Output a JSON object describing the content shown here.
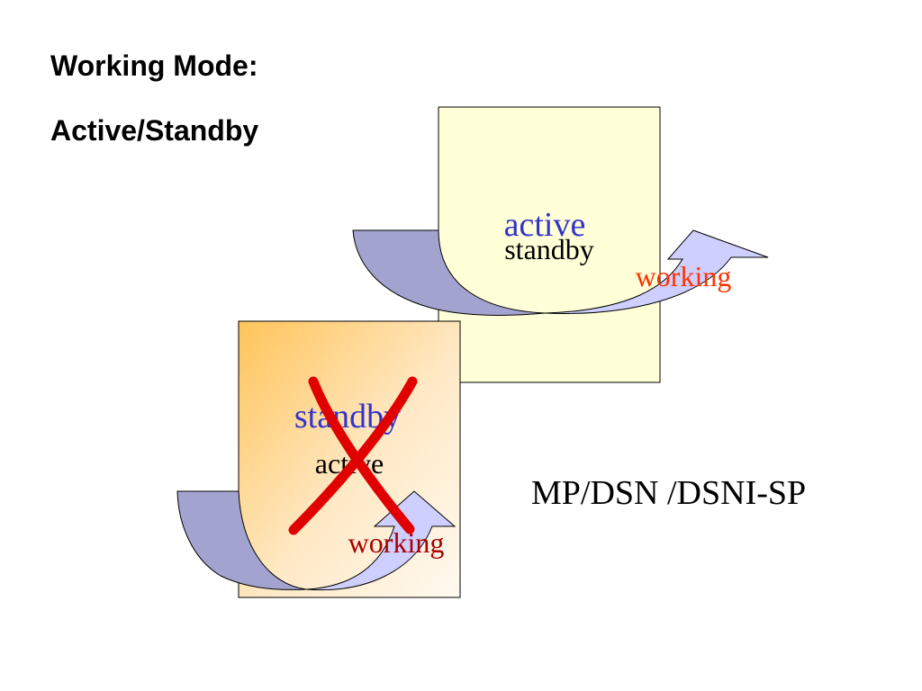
{
  "header": {
    "line1": "Working Mode:",
    "line2": "Active/Standby"
  },
  "diagram": {
    "top_unit": {
      "primary_label": "active",
      "secondary_label": "standby",
      "arrow_label": "working"
    },
    "bottom_unit": {
      "primary_label": "standby",
      "secondary_label": "active",
      "arrow_label": "working",
      "failed": true
    }
  },
  "caption": "MP/DSN /DSNI-SP",
  "colors": {
    "top_box_fill": "#ffffd8",
    "bottom_box_fill_start": "#ffc45a",
    "bottom_box_fill_end": "#fffaf0",
    "arrow_tail": "#a3a3cf",
    "arrow_head": "#cfcfff",
    "active_blue": "#3333cc",
    "working_red": "#ff3300",
    "working_darkred": "#aa0000",
    "cross_red": "#e00000"
  }
}
